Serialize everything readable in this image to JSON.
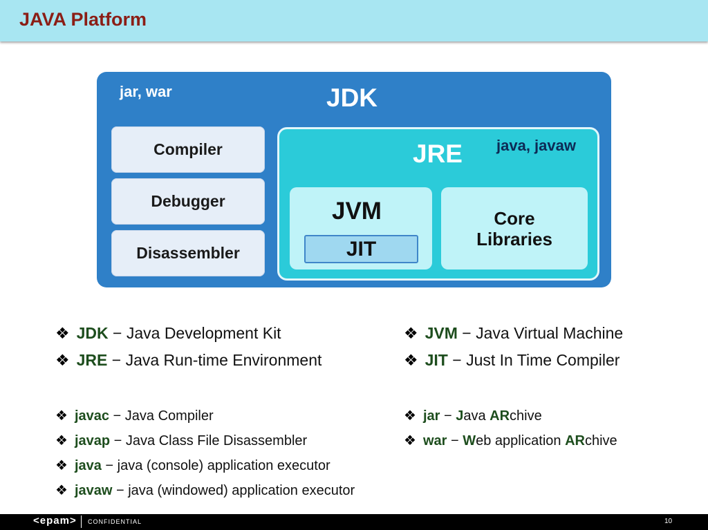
{
  "header": {
    "title": "JAVA Platform"
  },
  "diagram": {
    "jdk": {
      "label": "JDK",
      "files": "jar, war"
    },
    "tools": [
      "Compiler",
      "Debugger",
      "Disassembler"
    ],
    "jre": {
      "label": "JRE",
      "files": "java, javaw"
    },
    "jvm": {
      "label": "JVM",
      "jit": "JIT"
    },
    "core_libraries": "Core\nLibraries"
  },
  "bullets": {
    "top_left": [
      {
        "key": "JDK",
        "text": " − Java Development Kit"
      },
      {
        "key": "JRE",
        "text": " − Java Run-time Environment"
      }
    ],
    "top_right": [
      {
        "key": "JVM",
        "text": " − Java Virtual Machine"
      },
      {
        "key": "JIT",
        "text": " − Just In Time Compiler"
      }
    ],
    "bottom_left": [
      {
        "key": "javac",
        "text": " − Java Compiler"
      },
      {
        "key": "javap",
        "text": " − Java Class File Disassembler"
      },
      {
        "key": "java",
        "text": " − java (console) application executor"
      },
      {
        "key": "javaw",
        "text": " − java (windowed) application executor"
      }
    ],
    "bottom_right": [
      {
        "key": "jar",
        "mid1": " − ",
        "k1": "J",
        "t1": "ava ",
        "k2": "AR",
        "t2": "chive"
      },
      {
        "key": "war",
        "mid1": " − ",
        "k1": "W",
        "t1": "eb application ",
        "k2": "AR",
        "t2": "chive"
      }
    ],
    "marker": "❖"
  },
  "footer": {
    "logo": "<epam>",
    "confidential": "CONFIDENTIAL",
    "page": "10"
  }
}
